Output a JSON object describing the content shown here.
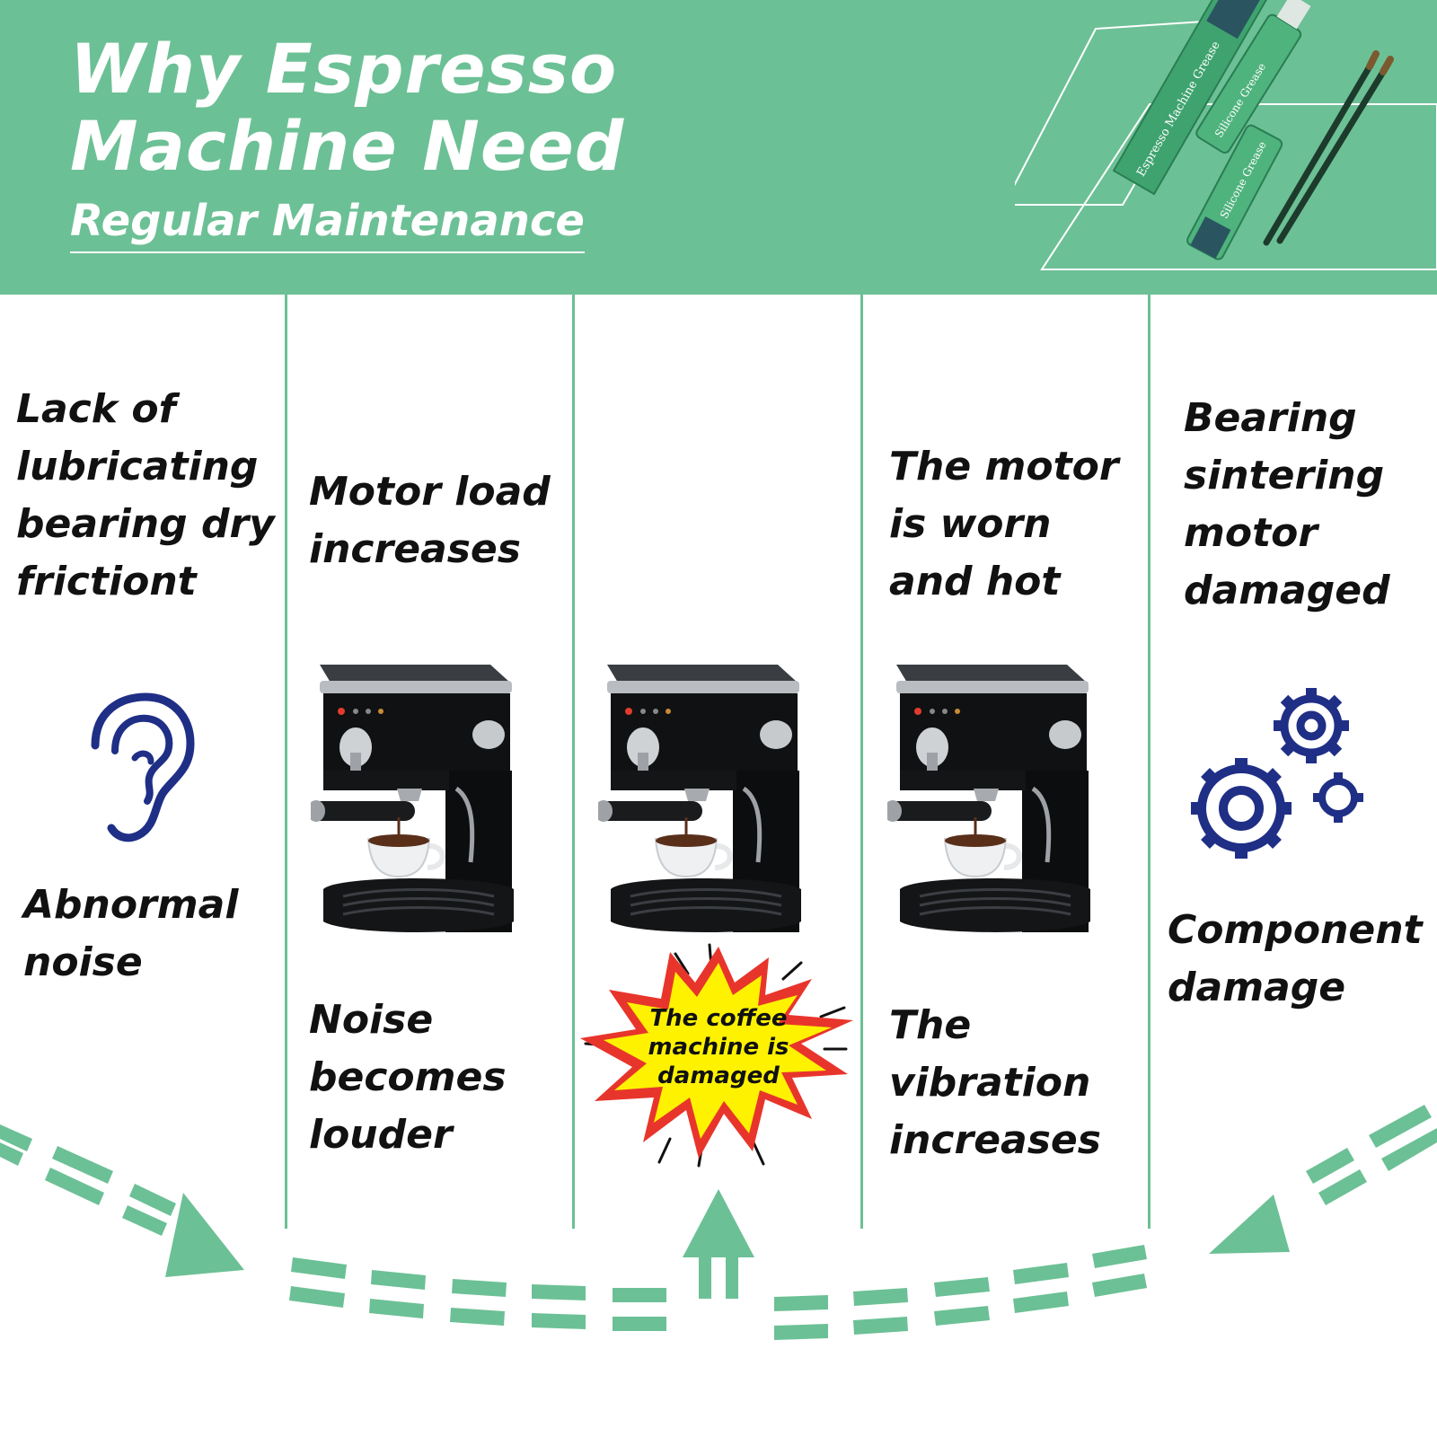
{
  "header": {
    "title_line1": "Why Espresso",
    "title_line2": "Machine Need",
    "subtitle": "Regular Maintenance",
    "product_labels": {
      "tube_a": "Espresso Machine Grease",
      "tube_b": "Silicone Grease",
      "tube_c": "Silicone Grease"
    }
  },
  "steps": [
    {
      "top_text": "Lack of\nlubricating\nbearing dry\nfrictiont",
      "bottom_text": "Abnormal\nnoise",
      "icon": "ear-icon"
    },
    {
      "top_text": "Motor load\nincreases",
      "bottom_text": "Noise\nbecomes\nlouder",
      "icon": "espresso-machine-icon"
    },
    {
      "top_text": "",
      "bottom_text": "",
      "icon": "espresso-machine-icon"
    },
    {
      "top_text": "The motor\nis worn\nand hot",
      "bottom_text": "The\nvibration\nincreases",
      "icon": "espresso-machine-icon"
    },
    {
      "top_text": "Bearing\nsintering\nmotor\ndamaged",
      "bottom_text": "Component\ndamage",
      "icon": "gears-icon"
    }
  ],
  "callout": {
    "text": "The coffee\nmachine is\ndamaged"
  },
  "colors": {
    "accent_green": "#6cc095",
    "icon_navy": "#1f2f86",
    "text": "#111111",
    "burst_yellow": "#fff200",
    "burst_red": "#e8352c"
  }
}
